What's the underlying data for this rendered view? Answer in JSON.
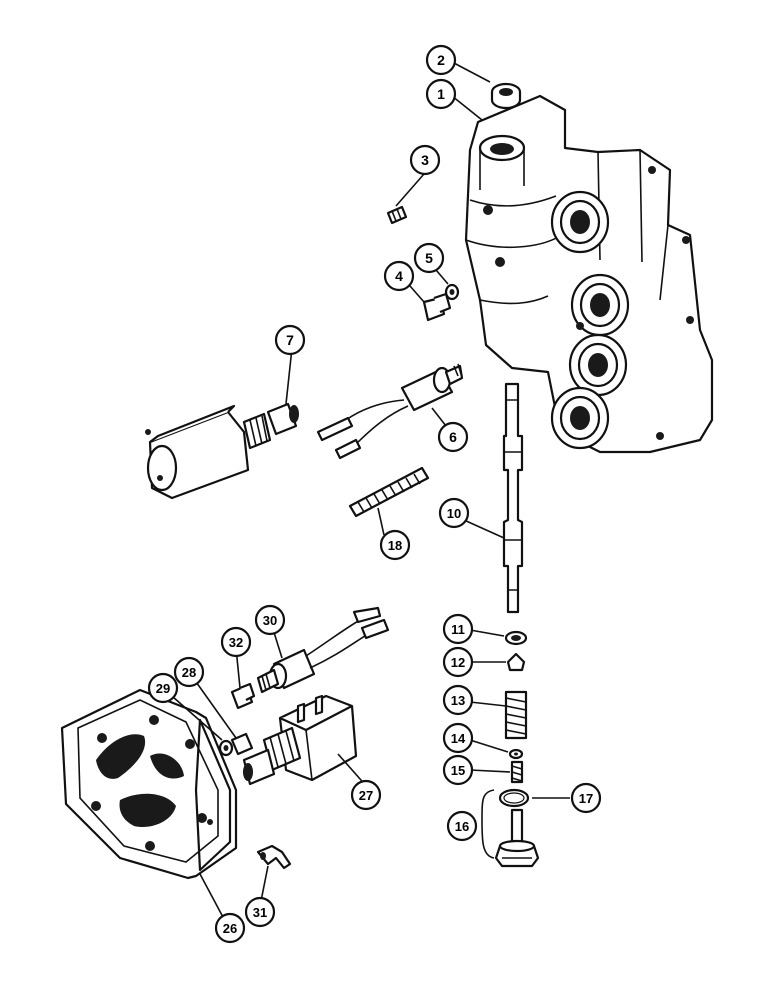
{
  "colors": {
    "ink": "#111111",
    "paper": "#ffffff"
  },
  "callouts": [
    {
      "id": "c1",
      "label": "1"
    },
    {
      "id": "c2",
      "label": "2"
    },
    {
      "id": "c3",
      "label": "3"
    },
    {
      "id": "c4",
      "label": "4"
    },
    {
      "id": "c5",
      "label": "5"
    },
    {
      "id": "c6",
      "label": "6"
    },
    {
      "id": "c7",
      "label": "7"
    },
    {
      "id": "c10",
      "label": "10"
    },
    {
      "id": "c11",
      "label": "11"
    },
    {
      "id": "c12",
      "label": "12"
    },
    {
      "id": "c13",
      "label": "13"
    },
    {
      "id": "c14",
      "label": "14"
    },
    {
      "id": "c15",
      "label": "15"
    },
    {
      "id": "c16",
      "label": "16"
    },
    {
      "id": "c17",
      "label": "17"
    },
    {
      "id": "c18",
      "label": "18"
    },
    {
      "id": "c26",
      "label": "26"
    },
    {
      "id": "c27",
      "label": "27"
    },
    {
      "id": "c28",
      "label": "28"
    },
    {
      "id": "c29",
      "label": "29"
    },
    {
      "id": "c30",
      "label": "30"
    },
    {
      "id": "c31",
      "label": "31"
    },
    {
      "id": "c32",
      "label": "32"
    }
  ]
}
